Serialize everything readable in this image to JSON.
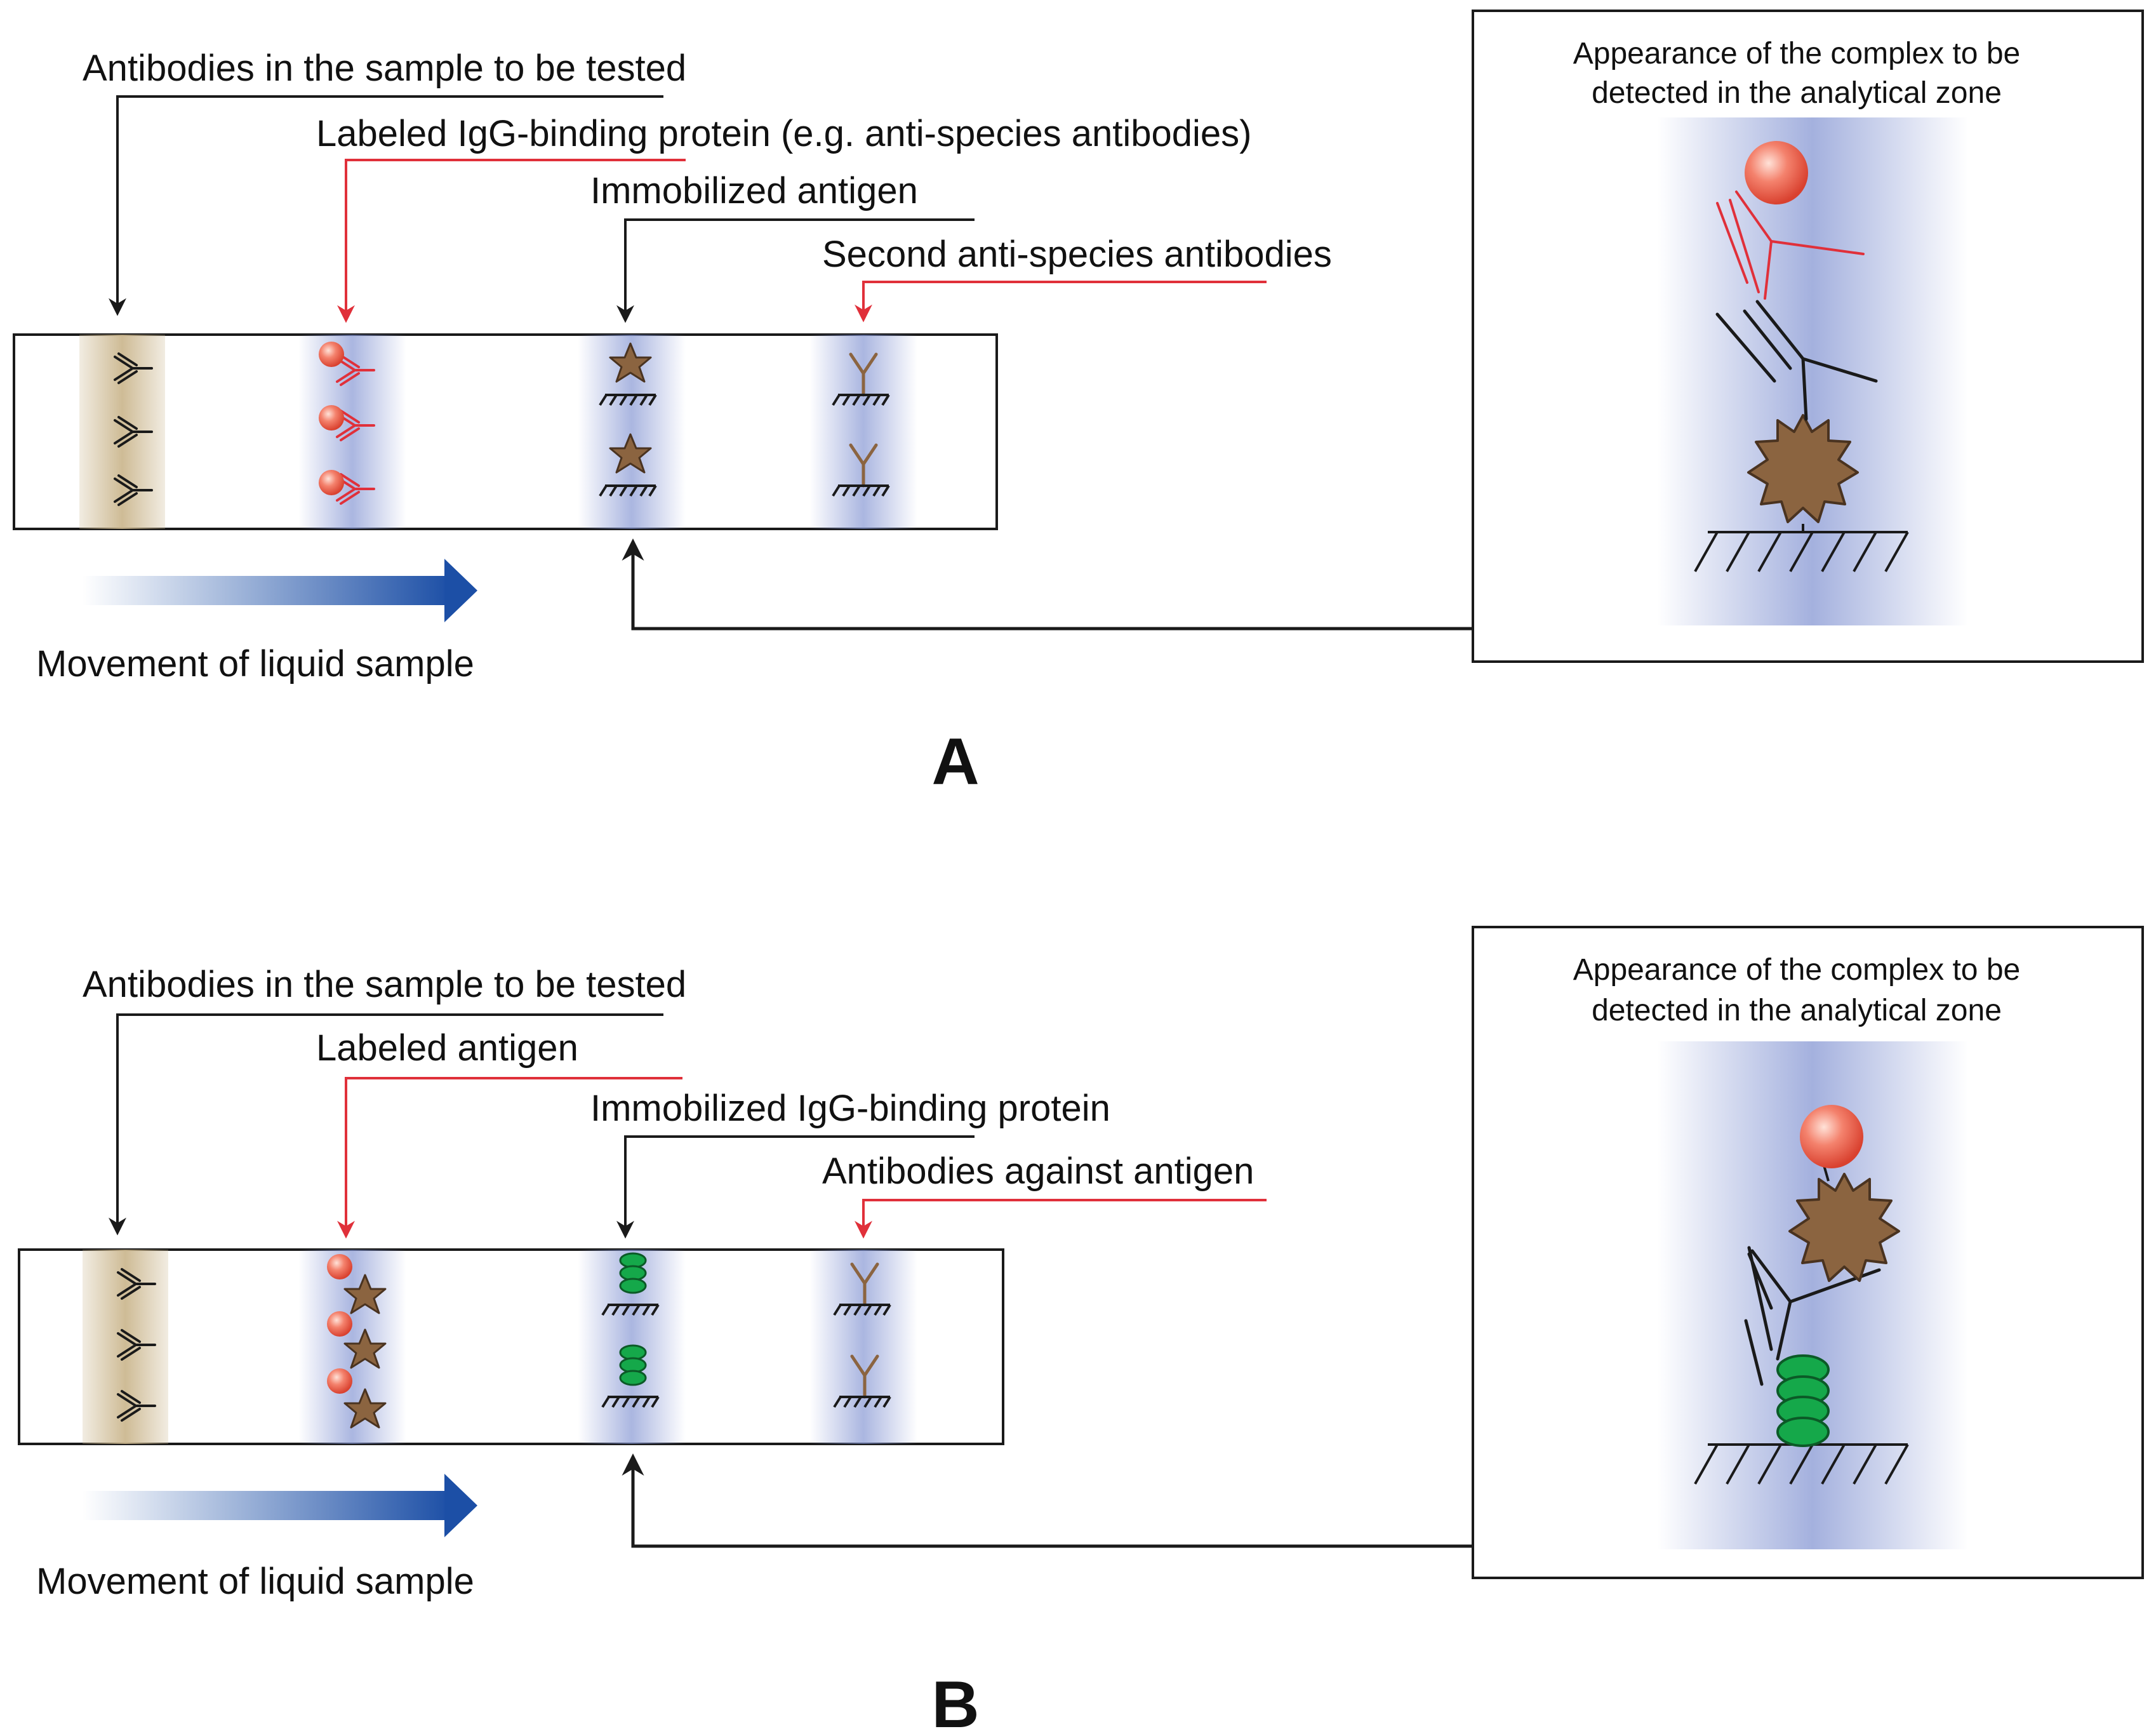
{
  "colors": {
    "black_line": "#1a1a1a",
    "red_line": "#e0303a",
    "brown_antigen": "#8b6440",
    "sample_pad": "#c9b48a",
    "zone_blue": "#7d8fd0",
    "green_protein": "#15a84a",
    "label_sphere": "#ef6b5a",
    "arrow_blue": "#1c4fa6"
  },
  "panels": [
    {
      "letter": "A",
      "labels": {
        "sample_antibodies": "Antibodies in the sample to be tested",
        "conjugate": "Labeled IgG-binding protein (e.g. anti-species antibodies)",
        "test_line": "Immobilized antigen",
        "control_line": "Second anti-species antibodies"
      },
      "movement": "Movement of liquid sample",
      "complex_title_line1": "Appearance of the complex to be",
      "complex_title_line2": "detected in the analytical zone"
    },
    {
      "letter": "B",
      "labels": {
        "sample_antibodies": "Antibodies in the sample to be tested",
        "conjugate": "Labeled antigen",
        "test_line": "Immobilized IgG-binding protein",
        "control_line": "Antibodies against antigen"
      },
      "movement": "Movement of liquid sample",
      "complex_title_line1": "Appearance of the complex to be",
      "complex_title_line2": "detected in the analytical zone"
    }
  ]
}
